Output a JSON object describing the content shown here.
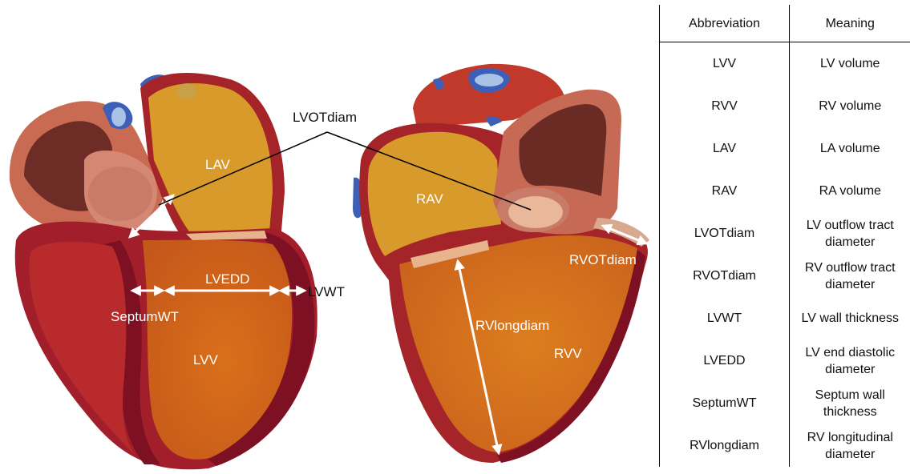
{
  "labels": {
    "lvotdiam_top": "LVOTdiam",
    "lav": "LAV",
    "lvedd": "LVEDD",
    "lvwt": "LVWT",
    "septumwt": "SeptumWT",
    "lvv": "LVV",
    "rav": "RAV",
    "rvotdiam": "RVOTdiam",
    "rvlongdiam": "RVlongdiam",
    "rvv": "RVV"
  },
  "table": {
    "headers": [
      "Abbreviation",
      "Meaning"
    ],
    "rows": [
      {
        "abbr": "LVV",
        "meaning": "LV volume"
      },
      {
        "abbr": "RVV",
        "meaning": "RV volume"
      },
      {
        "abbr": "LAV",
        "meaning": "LA volume"
      },
      {
        "abbr": "RAV",
        "meaning": "RA volume"
      },
      {
        "abbr": "LVOTdiam",
        "meaning": "LV outflow tract diameter"
      },
      {
        "abbr": "RVOTdiam",
        "meaning": "RV outflow tract diameter"
      },
      {
        "abbr": "LVWT",
        "meaning": "LV wall thickness"
      },
      {
        "abbr": "LVEDD",
        "meaning": "LV end diastolic diameter"
      },
      {
        "abbr": "SeptumWT",
        "meaning": "Septum wall thickness"
      },
      {
        "abbr": "RVlongdiam",
        "meaning": "RV longitudinal diameter"
      }
    ]
  },
  "colors": {
    "outer_wall": "#a8222a",
    "wall_dark": "#7e1020",
    "chamber": "#d7841e",
    "chamber_light": "#e6a23a",
    "vessel": "#c66a55",
    "valve": "#e9b79a",
    "blue": "#3d5fb8",
    "arrow": "#ffffff"
  }
}
